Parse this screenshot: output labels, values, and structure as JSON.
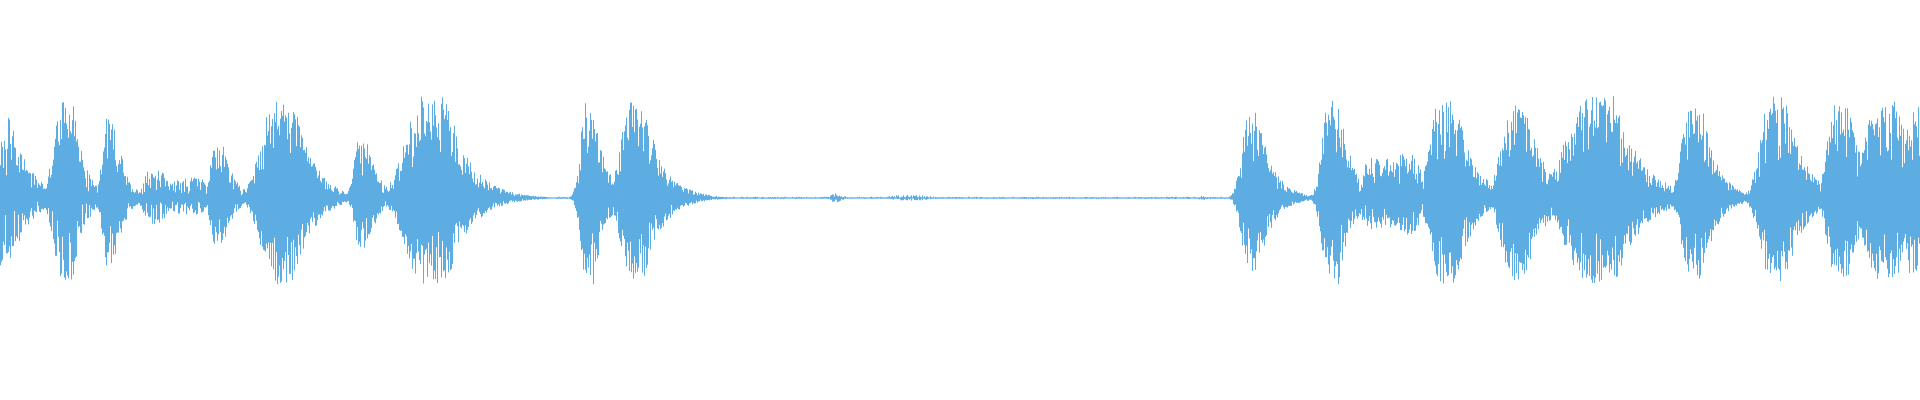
{
  "waveform": {
    "color": "#5DADE2",
    "background": "#FFFFFF",
    "bursts": [
      {
        "center": 0.0,
        "amplitude": 0.82,
        "decay": 0.01,
        "width": 0.01,
        "density": 0.95
      },
      {
        "center": 0.032,
        "amplitude": 0.95,
        "decay": 0.006,
        "width": 0.012,
        "density": 0.95
      },
      {
        "center": 0.056,
        "amplitude": 0.82,
        "decay": 0.005,
        "width": 0.008,
        "density": 0.95
      },
      {
        "center": 0.078,
        "amplitude": 0.3,
        "decay": 0.01,
        "width": 0.01,
        "density": 0.8
      },
      {
        "center": 0.095,
        "amplitude": 0.2,
        "decay": 0.01,
        "width": 0.02,
        "density": 0.8
      },
      {
        "center": 0.112,
        "amplitude": 0.55,
        "decay": 0.006,
        "width": 0.008,
        "density": 0.95
      },
      {
        "center": 0.143,
        "amplitude": 1.0,
        "decay": 0.01,
        "width": 0.02,
        "density": 1.0
      },
      {
        "center": 0.187,
        "amplitude": 0.6,
        "decay": 0.006,
        "width": 0.008,
        "density": 0.95
      },
      {
        "center": 0.22,
        "amplitude": 1.0,
        "decay": 0.012,
        "width": 0.025,
        "density": 1.0
      },
      {
        "center": 0.305,
        "amplitude": 1.0,
        "decay": 0.006,
        "width": 0.008,
        "density": 1.0
      },
      {
        "center": 0.328,
        "amplitude": 0.95,
        "decay": 0.01,
        "width": 0.014,
        "density": 1.0
      },
      {
        "center": 0.434,
        "amplitude": 0.05,
        "decay": 0.004,
        "width": 0.004,
        "density": 0.6
      },
      {
        "center": 0.47,
        "amplitude": 0.03,
        "decay": 0.008,
        "width": 0.02,
        "density": 0.6
      },
      {
        "center": 0.625,
        "amplitude": 0.02,
        "decay": 0.004,
        "width": 0.004,
        "density": 0.6
      },
      {
        "center": 0.65,
        "amplitude": 0.85,
        "decay": 0.008,
        "width": 0.01,
        "density": 1.0
      },
      {
        "center": 0.692,
        "amplitude": 1.0,
        "decay": 0.007,
        "width": 0.01,
        "density": 1.0
      },
      {
        "center": 0.715,
        "amplitude": 0.4,
        "decay": 0.008,
        "width": 0.02,
        "density": 0.9
      },
      {
        "center": 0.73,
        "amplitude": 0.45,
        "decay": 0.008,
        "width": 0.012,
        "density": 0.9
      },
      {
        "center": 0.75,
        "amplitude": 1.0,
        "decay": 0.01,
        "width": 0.015,
        "density": 1.0
      },
      {
        "center": 0.787,
        "amplitude": 0.95,
        "decay": 0.01,
        "width": 0.015,
        "density": 1.0
      },
      {
        "center": 0.826,
        "amplitude": 1.0,
        "decay": 0.014,
        "width": 0.03,
        "density": 1.0
      },
      {
        "center": 0.88,
        "amplitude": 0.95,
        "decay": 0.008,
        "width": 0.012,
        "density": 1.0
      },
      {
        "center": 0.922,
        "amplitude": 1.0,
        "decay": 0.01,
        "width": 0.015,
        "density": 1.0
      },
      {
        "center": 0.956,
        "amplitude": 0.98,
        "decay": 0.008,
        "width": 0.012,
        "density": 1.0
      },
      {
        "center": 0.978,
        "amplitude": 0.95,
        "decay": 0.01,
        "width": 0.02,
        "density": 1.0
      },
      {
        "center": 0.995,
        "amplitude": 0.9,
        "decay": 0.006,
        "width": 0.01,
        "density": 1.0
      }
    ]
  }
}
